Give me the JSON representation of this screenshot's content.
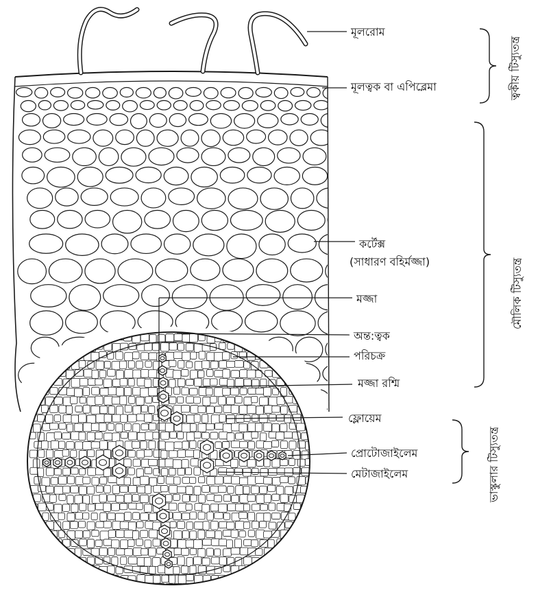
{
  "labels": {
    "root_hair": "মূলরোম",
    "epiblema": "মূলত্বক বা এপিব্লেমা",
    "cortex_1": "কর্টেক্স",
    "cortex_2": "(সাধারণ বহির্মজ্জা)",
    "pith": "মজ্জা",
    "endodermis": "অন্ত:ত্বক",
    "pericycle": "পরিচক্র",
    "medullary_ray": "মজ্জা রশ্মি",
    "phloem": "ফ্লোয়েম",
    "protoxylem": "প্রোটোজাইলেম",
    "metaxylem": "মেটাজাইলেম"
  },
  "groups": {
    "dermal": "ত্বকীয় টিস্যুতন্ত্র",
    "ground": "মৌলিক টিস্যুতন্ত্র",
    "vascular": "ভাস্কুলার টিস্যুতন্ত্র"
  },
  "colors": {
    "ink": "#1a1a1a",
    "paper": "#ffffff"
  }
}
